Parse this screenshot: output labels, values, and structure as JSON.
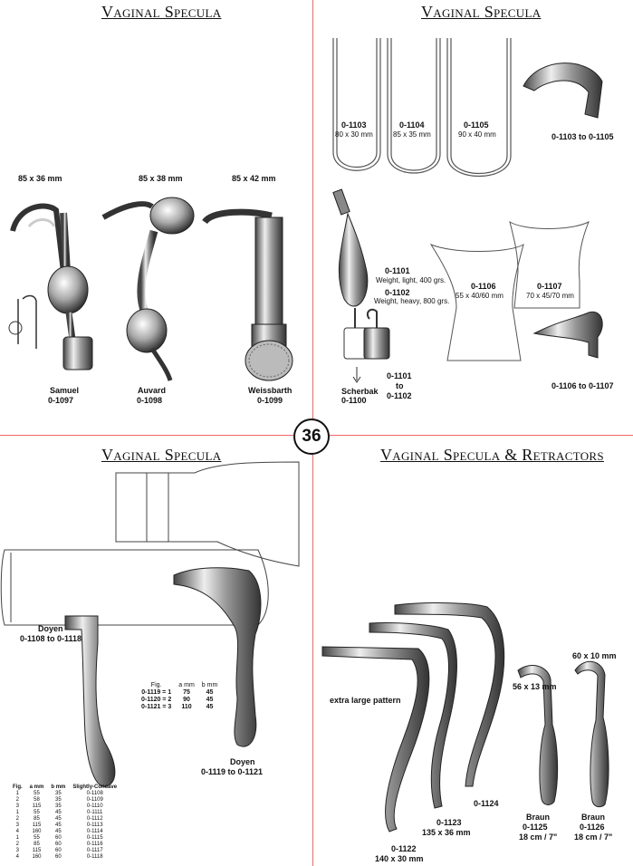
{
  "page_number": "36",
  "q1": {
    "title": "Vaginal Specula",
    "items": [
      {
        "size": "85 x 36 mm",
        "name": "Samuel",
        "code": "0-1097"
      },
      {
        "size": "85 x 38 mm",
        "name": "Auvard",
        "code": "0-1098"
      },
      {
        "size": "85 x 42 mm",
        "name": "Weissbarth",
        "code": "0-1099"
      }
    ]
  },
  "q2": {
    "title": "Vaginal Specula",
    "blades": [
      {
        "code": "0-1103",
        "size": "80 x 30 mm"
      },
      {
        "code": "0-1104",
        "size": "85 x 35 mm"
      },
      {
        "code": "0-1105",
        "size": "90 x 40 mm"
      }
    ],
    "range1": "0-1103 to 0-1105",
    "weight_light_code": "0-1101",
    "weight_light_desc": "Weight, light, 400 grs.",
    "weight_heavy_code": "0-1102",
    "weight_heavy_desc": "Weight, heavy, 800 grs.",
    "plate1_code": "0-1106",
    "plate1_size": "55 x 40/60 mm",
    "plate2_code": "0-1107",
    "plate2_size": "70 x 45/70 mm",
    "scherbak_name": "Scherbak",
    "scherbak_code": "0-1100",
    "weight_range_a": "0-1101",
    "weight_range_to": "to",
    "weight_range_b": "0-1102",
    "range2": "0-1106 to 0-1107"
  },
  "q3": {
    "title": "Vaginal Specula",
    "doyen1_name": "Doyen",
    "doyen1_range": "0-1108 to 0-1118",
    "doyen2_name": "Doyen",
    "doyen2_range": "0-1119 to 0-1121",
    "small_table": {
      "headers": [
        "Fig.",
        "a mm",
        "b mm"
      ],
      "rows": [
        [
          "0-1119 = 1",
          "75",
          "45"
        ],
        [
          "0-1120 = 2",
          "90",
          "45"
        ],
        [
          "0-1121 = 3",
          "110",
          "45"
        ]
      ]
    },
    "big_table": {
      "headers": [
        "Fig.",
        "a mm",
        "b mm",
        "Slightly-Concave"
      ],
      "rows": [
        [
          "1",
          "55",
          "35",
          "0-1108"
        ],
        [
          "2",
          "58",
          "35",
          "0-1109"
        ],
        [
          "3",
          "115",
          "35",
          "0-1110"
        ],
        [
          "1",
          "55",
          "45",
          "0-1111"
        ],
        [
          "2",
          "85",
          "45",
          "0-1112"
        ],
        [
          "3",
          "115",
          "45",
          "0-1113"
        ],
        [
          "4",
          "160",
          "45",
          "0-1114"
        ],
        [
          "1",
          "55",
          "60",
          "0-1115"
        ],
        [
          "2",
          "85",
          "60",
          "0-1116"
        ],
        [
          "3",
          "115",
          "60",
          "0-1117"
        ],
        [
          "4",
          "160",
          "60",
          "0-1118"
        ]
      ]
    }
  },
  "q4": {
    "title": "Vaginal Specula & Retractors",
    "extra_large": "extra large pattern",
    "code_1122": "0-1122",
    "size_1122": "140 x 30 mm",
    "code_1123": "0-1123",
    "size_1123": "135 x 36 mm",
    "code_1124": "0-1124",
    "braun1_size": "56 x 13 mm",
    "braun1_name": "Braun",
    "braun1_code": "0-1125",
    "braun1_len": "18 cm / 7\"",
    "braun2_size": "60 x 10 mm",
    "braun2_name": "Braun",
    "braun2_code": "0-1126",
    "braun2_len": "18 cm / 7\""
  }
}
